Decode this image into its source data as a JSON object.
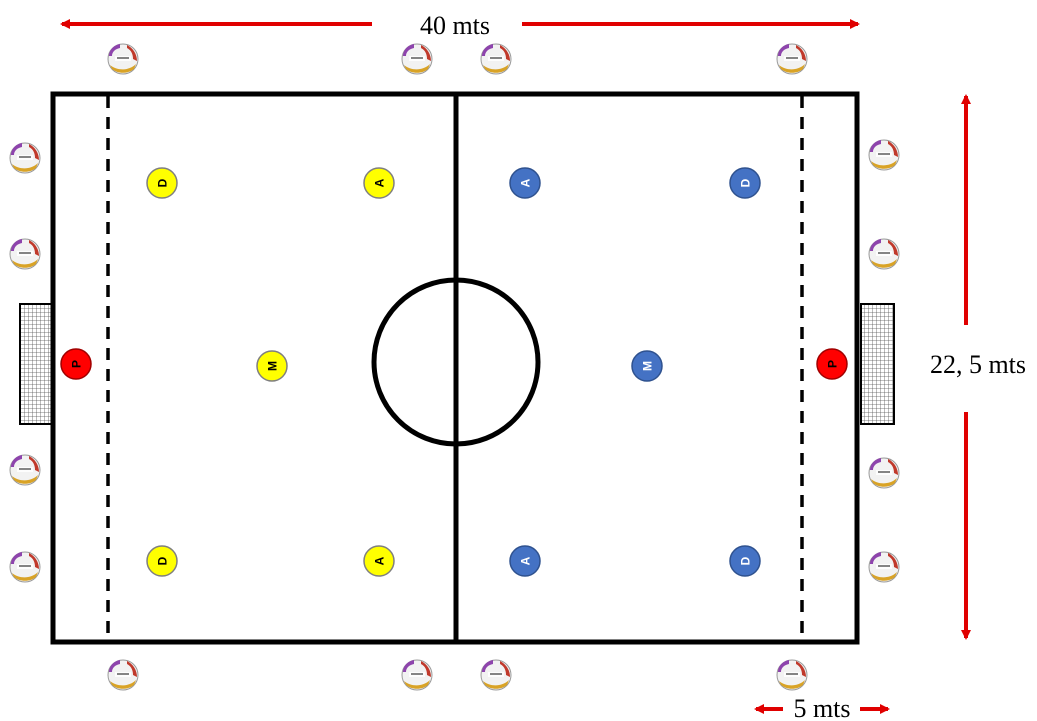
{
  "dimensions": {
    "length": "40 mts",
    "width": "22, 5 mts",
    "zone": "5 mts"
  },
  "colors": {
    "yellow_team": "#ffff00",
    "blue_team": "#4472c4",
    "goalkeeper": "#ff0000",
    "arrow": "#e00000",
    "lines": "#000000"
  },
  "players": {
    "yellow_defender_top": "D",
    "yellow_attacker_top": "A",
    "yellow_midfielder": "M",
    "yellow_defender_bottom": "D",
    "yellow_attacker_bottom": "A",
    "blue_attacker_top": "A",
    "blue_defender_top": "D",
    "blue_midfielder": "M",
    "blue_attacker_bottom": "A",
    "blue_defender_bottom": "D",
    "goalkeeper_left": "P",
    "goalkeeper_right": "P"
  },
  "ball_icon": "soccer-ball-icon"
}
